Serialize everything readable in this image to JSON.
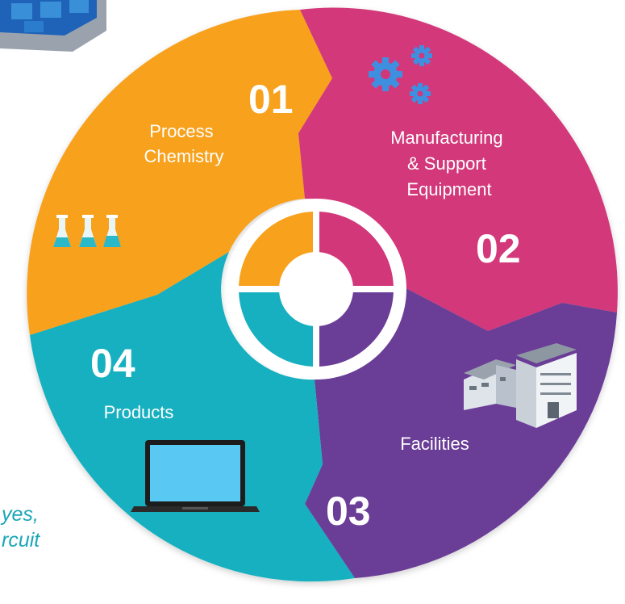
{
  "segments": [
    {
      "number": "01",
      "label_lines": [
        "Process",
        "Chemistry"
      ],
      "color": "#f7a11d",
      "icon": "lab-flasks-icon"
    },
    {
      "number": "02",
      "label_lines": [
        "Manufacturing",
        "& Support",
        "Equipment"
      ],
      "color": "#d2377a",
      "icon": "gears-icon"
    },
    {
      "number": "03",
      "label_lines": [
        "Facilities"
      ],
      "color": "#6a3d97",
      "icon": "factory-building-icon"
    },
    {
      "number": "04",
      "label_lines": [
        "Products"
      ],
      "color": "#17b0c0",
      "icon": "laptop-icon"
    }
  ],
  "hub": {
    "quadrant_colors": [
      "#f7a11d",
      "#d2377a",
      "#6a3d97",
      "#17b0c0"
    ],
    "ring_color": "#ffffff"
  },
  "cropped_text": {
    "line1": "yes,",
    "line2": "rcuit",
    "color": "#1aa6b7"
  },
  "corner_graphic": {
    "icon": "blue-blocks-logo-icon",
    "colors": [
      "#1f63b8",
      "#3a8fd9",
      "#9aa3ad"
    ]
  }
}
